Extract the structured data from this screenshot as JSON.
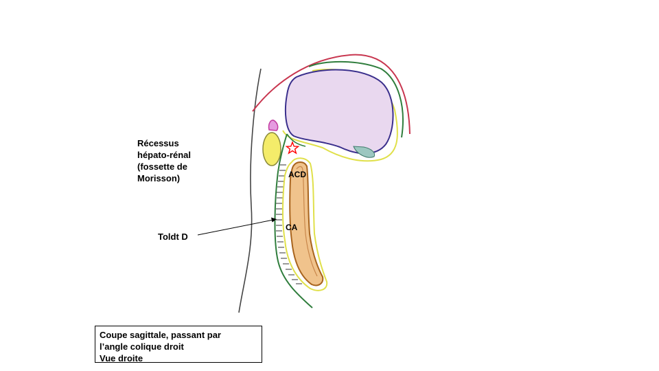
{
  "labels": {
    "recessus": "Récessus\nhépato-rénal\n(fossette de\nMorisson)",
    "toldt": "Toldt D",
    "acd": "ACD",
    "ca": "CA"
  },
  "caption": {
    "line1": "Coupe sagittale, passant par",
    "line2": "l’angle colique droit",
    "line3": "Vue droite"
  },
  "colors": {
    "wall": "#444444",
    "diaphragm": "#c8364f",
    "peritoneum_green": "#2f7d3c",
    "peritoneum_yellow": "#e0e04a",
    "liver_outline": "#3a2f8c",
    "liver_fill": "#e9d8ef",
    "kidney_fill": "#f4ec6a",
    "kidney_outline": "#8a8a3a",
    "colon_fill": "#f0c38c",
    "colon_outline": "#a8641e",
    "gallbladder": "#c23aa0",
    "star": "#ff0000",
    "arrow": "#000000"
  }
}
